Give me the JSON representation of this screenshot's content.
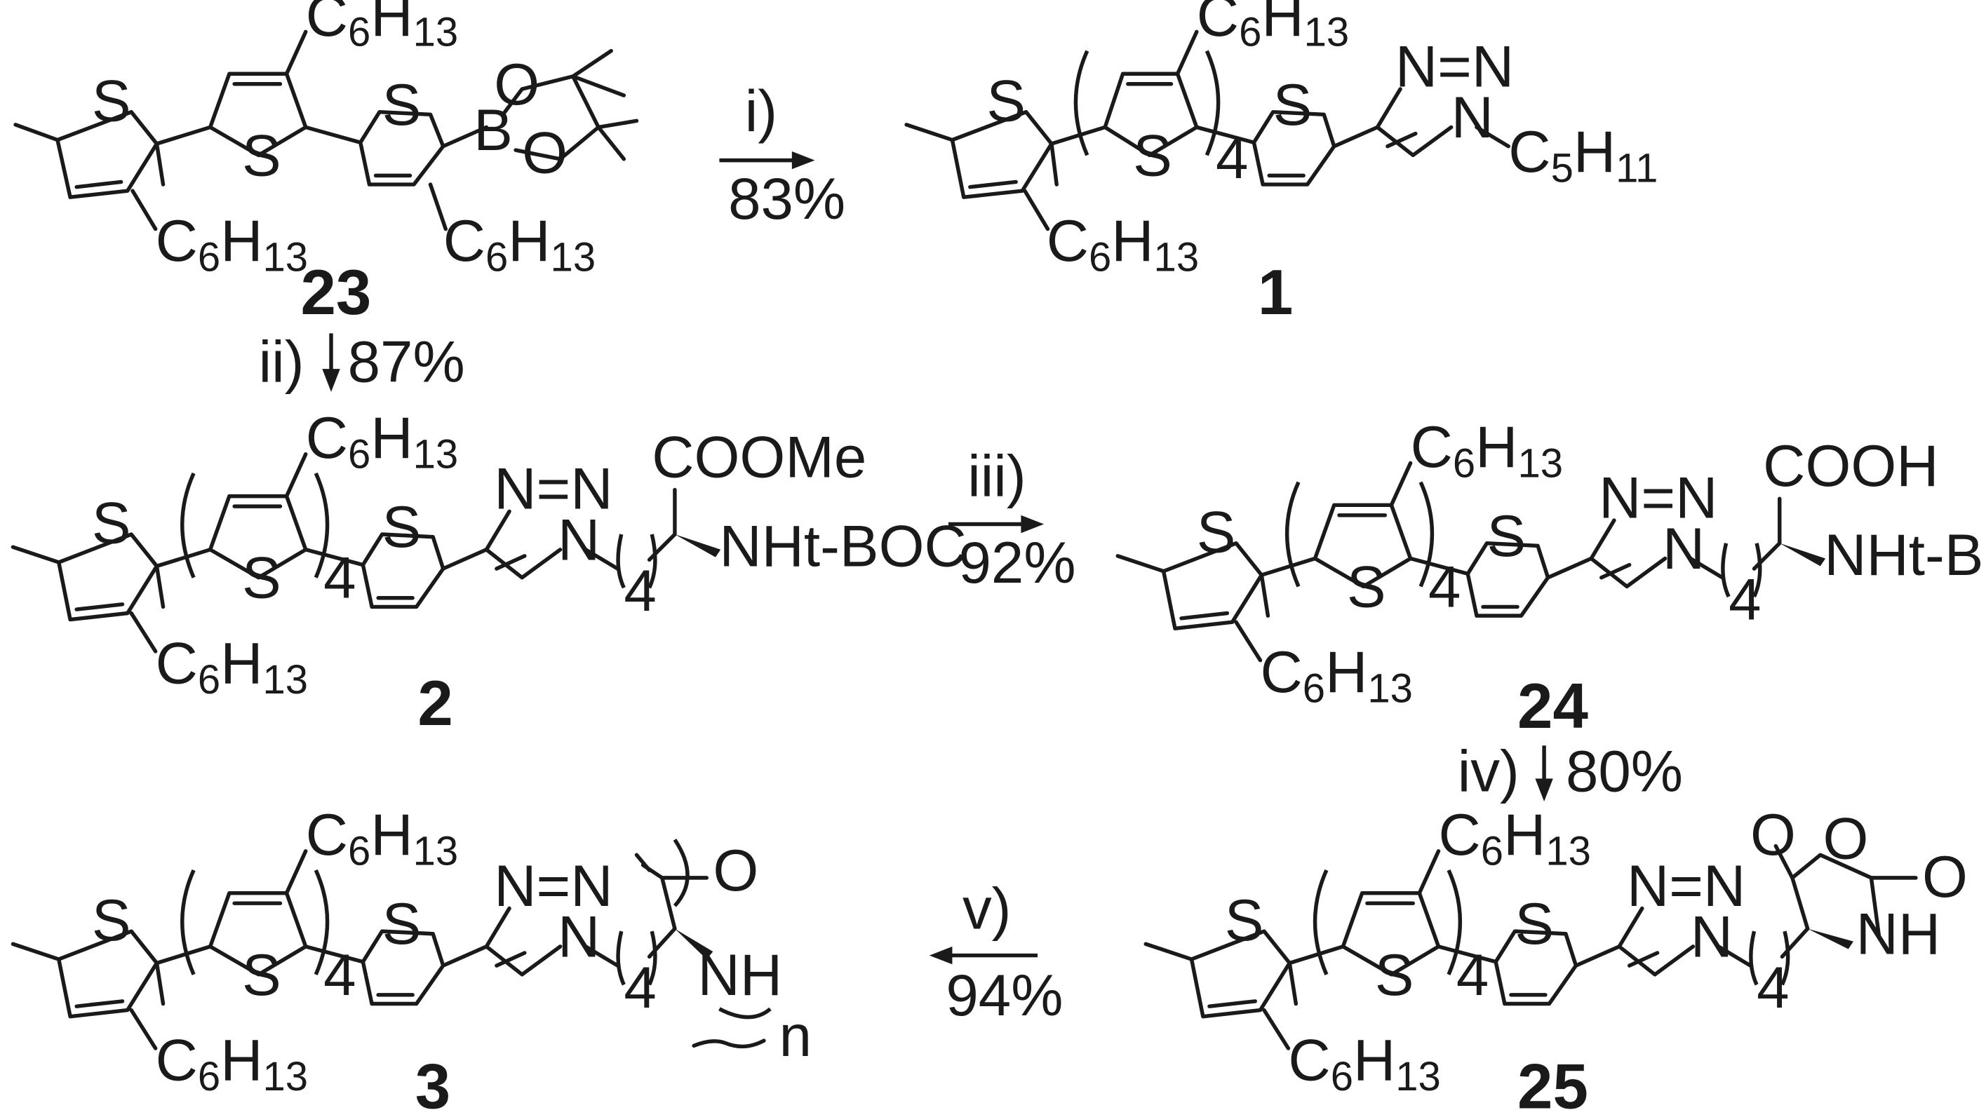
{
  "compounds": {
    "c23": {
      "label": "23"
    },
    "c1": {
      "label": "1"
    },
    "c2": {
      "label": "2"
    },
    "c24": {
      "label": "24"
    },
    "c25": {
      "label": "25"
    },
    "c3": {
      "label": "3"
    }
  },
  "atoms": {
    "S": "S",
    "B": "B",
    "O": "O",
    "C": "C",
    "H": "H",
    "N": "N",
    "NN": "N=N",
    "NH": "NH",
    "n": "n",
    "hex": "6",
    "hexH": "13",
    "pentH": "11",
    "pent": "5",
    "rep4": "4",
    "COOMe": "COOMe",
    "COOH": "COOH",
    "NHtBOC": "NHt-BOC"
  },
  "conditions": {
    "i": {
      "label": "i)",
      "yield": "83%"
    },
    "ii": {
      "label": "ii)",
      "yield": "87%"
    },
    "iii": {
      "label": "iii)",
      "yield": "92%"
    },
    "iv": {
      "label": "iv)",
      "yield": "80%"
    },
    "v": {
      "label": "v)",
      "yield": "94%"
    }
  }
}
